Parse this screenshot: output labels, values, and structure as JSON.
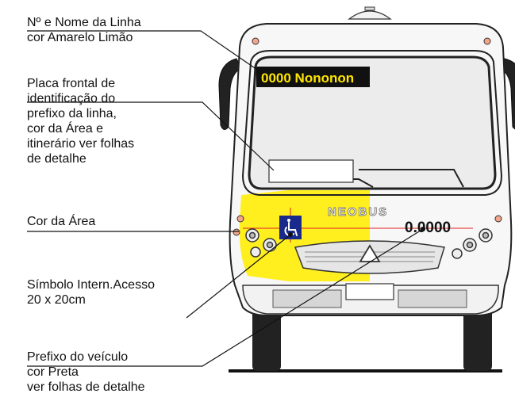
{
  "labels": {
    "linha": [
      "Nº e Nome da Linha",
      "cor Amarelo Limão"
    ],
    "placa": [
      "Placa frontal de",
      "identificação do",
      "prefixo da linha,",
      "cor da Área e",
      "itinerário ver folhas",
      "de detalhe"
    ],
    "area": [
      "Cor da Área"
    ],
    "simbolo": [
      "Símbolo Intern.Acesso",
      "20 x 20cm"
    ],
    "prefixo": [
      "Prefixo do veículo",
      "cor Preta",
      "ver folhas de detalhe"
    ]
  },
  "bus": {
    "destination_text": "0000 Nononon",
    "prefix_number": "0.0000",
    "brand_text": "NEOBUS",
    "accessibility_symbol": "wheelchair-icon"
  },
  "colors": {
    "area_yellow": "#ffef1f",
    "destination_bg": "#111111",
    "destination_text": "#ffe600",
    "access_blue": "#1a2a8c",
    "guide_red": "#e02020"
  }
}
